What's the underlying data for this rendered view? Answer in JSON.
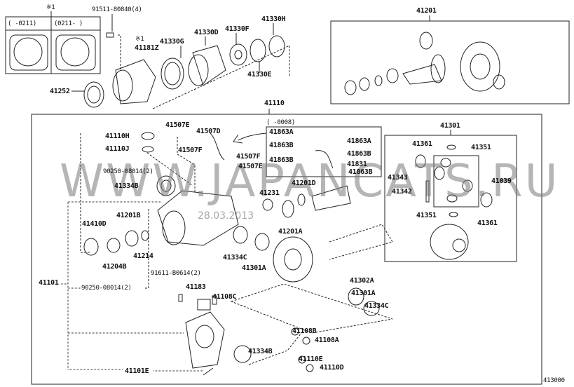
{
  "diagram_code": "413000",
  "watermark": "WWW.JAPANCATS.RU",
  "watermark_date": "28.03.2013",
  "top_left_inset": {
    "note_mark": "※1",
    "col1": "(     -0211)",
    "col2": "(0211-     )"
  },
  "top_right_box": {
    "label": "41201"
  },
  "main_box": {
    "label": "41110"
  },
  "sub_box_0008": {
    "range": "(     -0008)"
  },
  "diff_box": {
    "label": "41301"
  },
  "callouts": {
    "c91511": "91511-80840(4)",
    "mark1": "※1",
    "c41181Z": "41181Z",
    "c41330G": "41330G",
    "c41330D": "41330D",
    "c41330F": "41330F",
    "c41330H": "41330H",
    "c41330E": "41330E",
    "c41252": "41252",
    "c41110H": "41110H",
    "c41110J": "41110J",
    "c41507E_a": "41507E",
    "c41507D": "41507D",
    "c41507F_a": "41507F",
    "c41507F_b": "41507F",
    "c41507E_b": "41507E",
    "c41863A_a": "41863A",
    "c41863B_a": "41863B",
    "c41863B_b": "41863B",
    "c41863A_b": "41863A",
    "c41863B_c": "41863B",
    "c41831": "41831",
    "c41863B_d": "41863B",
    "c90250_a": "90250-08014(2)",
    "c41334B_a": "41334B",
    "c41231": "41231",
    "c41201D": "41201D",
    "c41201B": "41201B",
    "c41410D": "41410D",
    "c41201A": "41201A",
    "c41334C_a": "41334C",
    "c41301A_a": "41301A",
    "c41204B": "41204B",
    "c41214": "41214",
    "c41101": "41101",
    "c90250_b": "90250-08014(2)",
    "c91611": "91611-B0614(2)",
    "c41183": "41183",
    "c41108C": "41108C",
    "c41302A": "41302A",
    "c41301A_b": "41301A",
    "c41334C_b": "41334C",
    "c41108B": "41108B",
    "c41108A": "41108A",
    "c41334B_b": "41334B",
    "c41110E": "41110E",
    "c41110D": "41110D",
    "c41101E": "41101E",
    "c41361_a": "41361",
    "c41351_a": "41351",
    "c41343": "41343",
    "c41342": "41342",
    "c41039": "41039",
    "c41351_b": "41351",
    "c41361_b": "41361"
  }
}
